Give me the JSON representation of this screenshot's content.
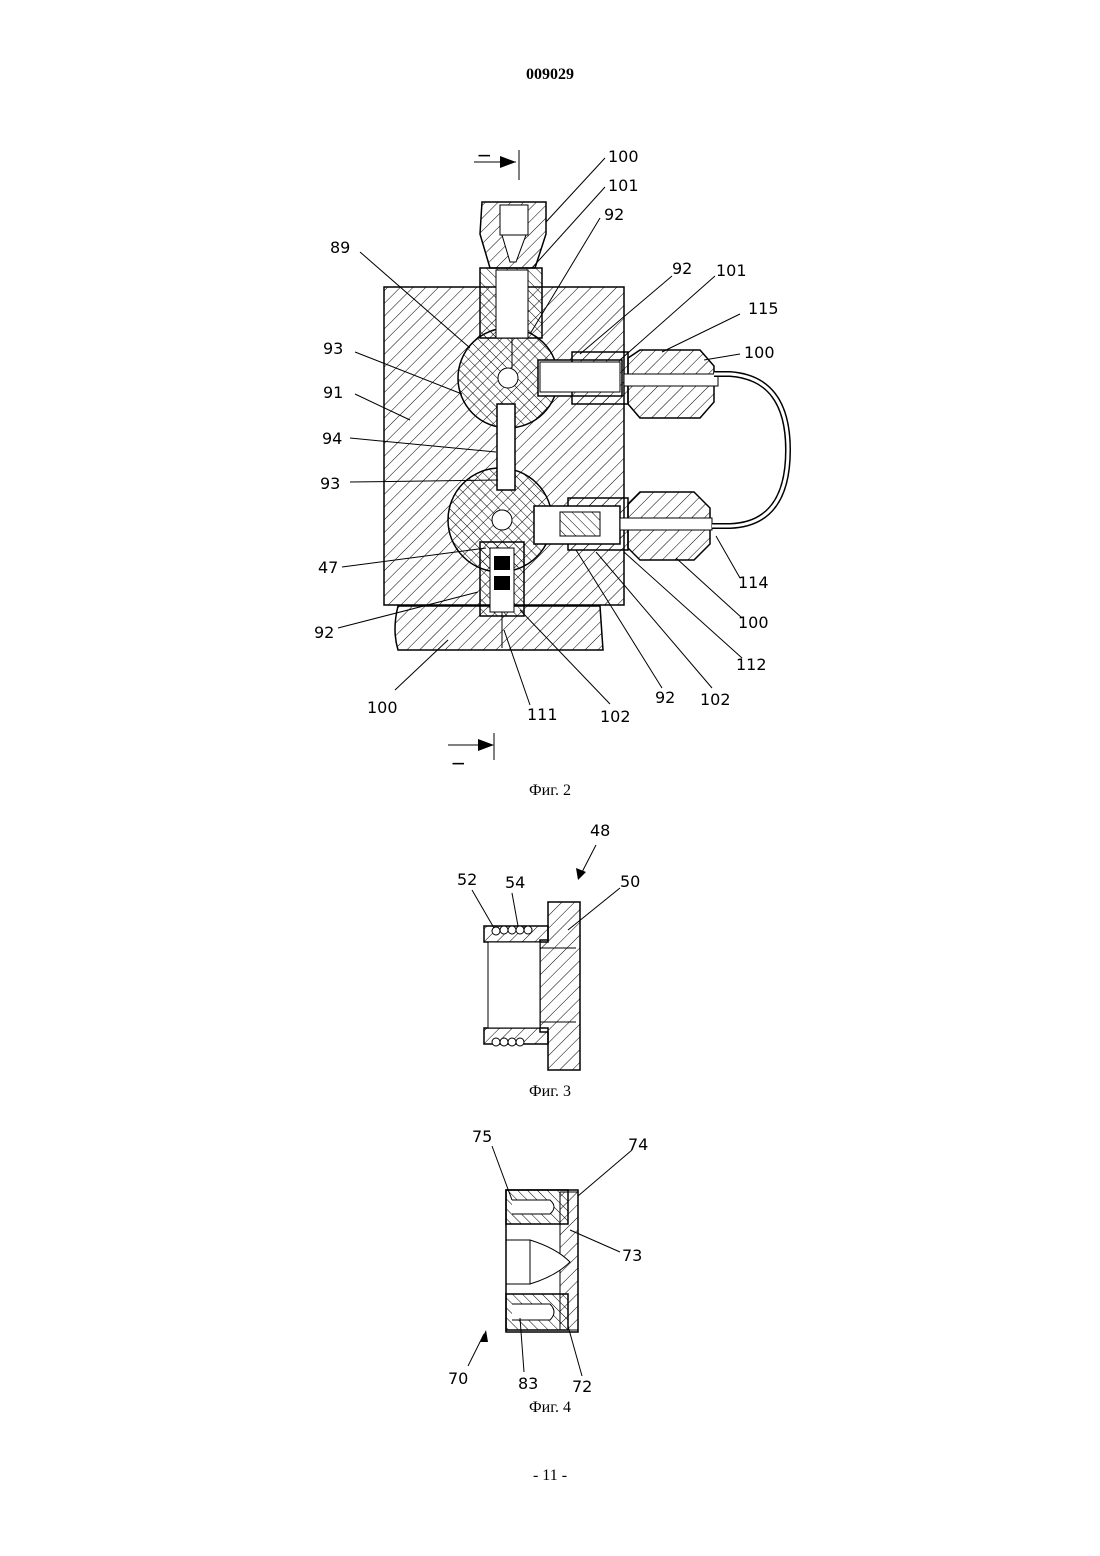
{
  "header": {
    "doc_number": "009029"
  },
  "figures": [
    {
      "caption": "Фиг. 2",
      "section_mark": "I",
      "labels": [
        "100",
        "101",
        "92",
        "89",
        "92",
        "101",
        "115",
        "93",
        "100",
        "91",
        "94",
        "93",
        "47",
        "92",
        "100",
        "111",
        "102",
        "92",
        "102",
        "112",
        "100",
        "114"
      ]
    },
    {
      "caption": "Фиг. 3",
      "labels": [
        "48",
        "52",
        "54",
        "50"
      ]
    },
    {
      "caption": "Фиг. 4",
      "labels": [
        "75",
        "74",
        "73",
        "70",
        "83",
        "72"
      ]
    }
  ],
  "footer": {
    "page_number": "- 11 -"
  }
}
